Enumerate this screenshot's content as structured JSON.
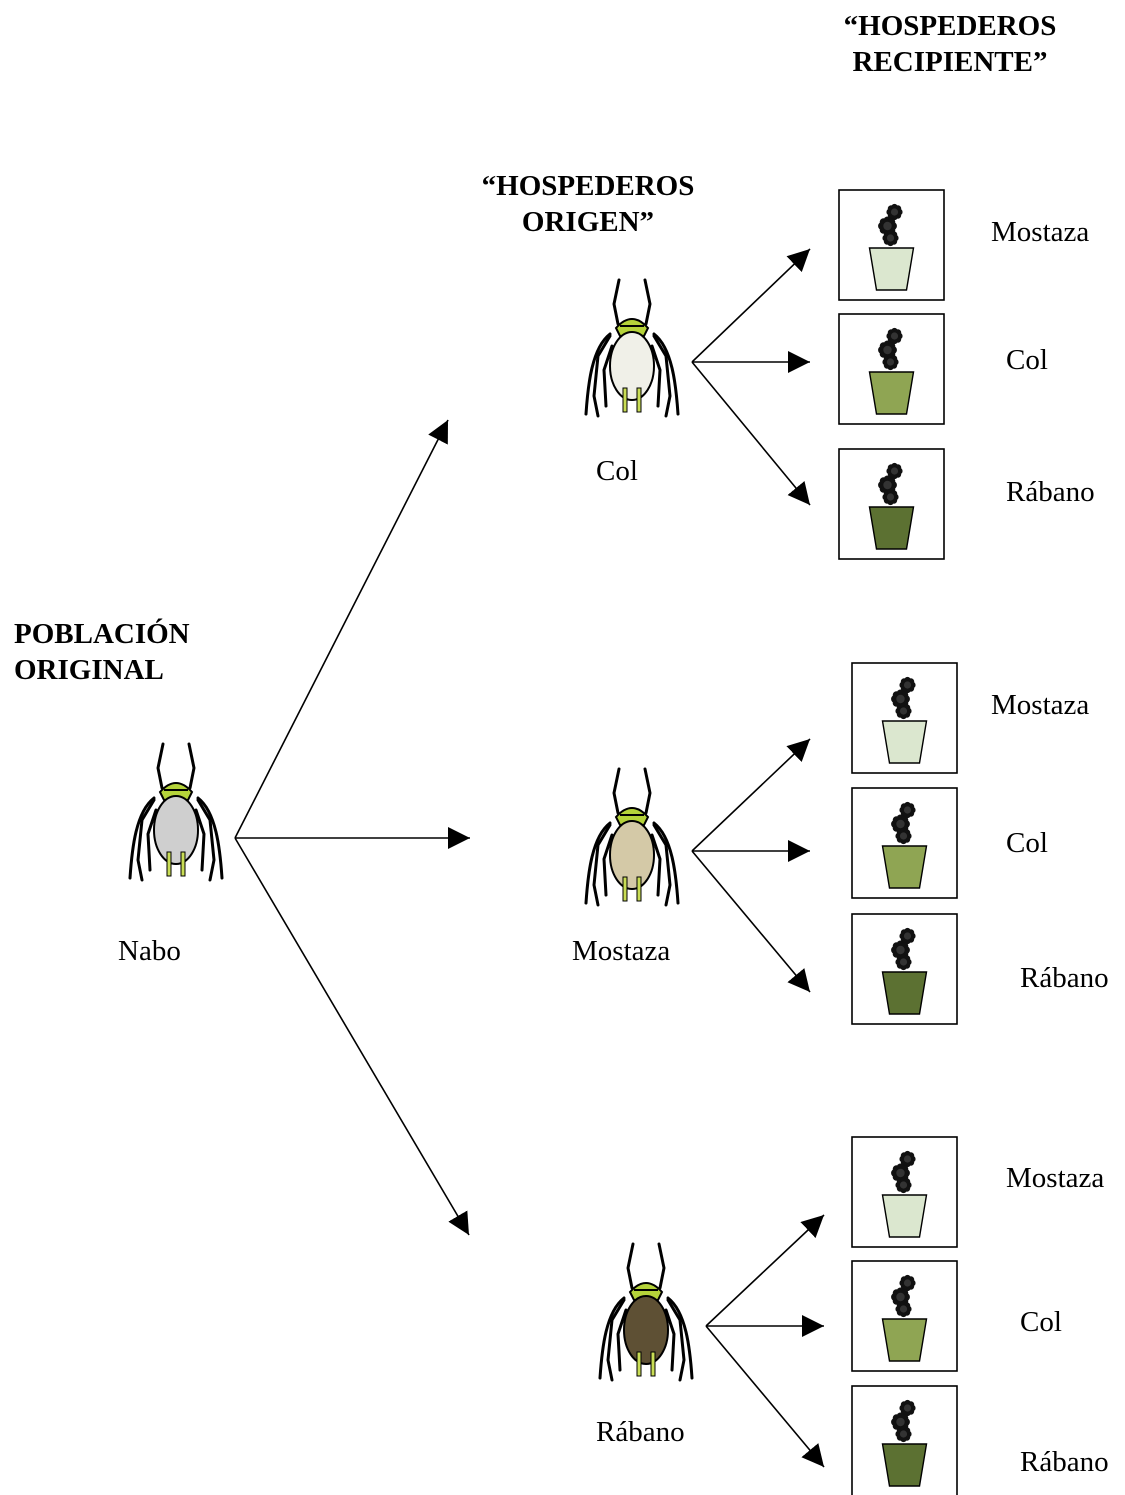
{
  "headers": {
    "original": [
      "POBLACIÓN",
      "ORIGINAL"
    ],
    "origin": [
      "“HOSPEDEROS",
      "ORIGEN”"
    ],
    "recipient": [
      "“HOSPEDEROS",
      "RECIPIENTE”"
    ]
  },
  "original_population": {
    "label": "Nabo",
    "color": "#cfcfcf"
  },
  "origin_hosts": [
    {
      "label": "Col",
      "color": "#f0f0e8"
    },
    {
      "label": "Mostaza",
      "color": "#d4c9a7"
    },
    {
      "label": "Rábano",
      "color": "#5e5034"
    }
  ],
  "recipient_groups": [
    [
      {
        "label": "Mostaza",
        "color": "#dbe7cf"
      },
      {
        "label": "Col",
        "color": "#8fa553"
      },
      {
        "label": "Rábano",
        "color": "#5c7132"
      }
    ],
    [
      {
        "label": "Mostaza",
        "color": "#dbe7cf"
      },
      {
        "label": "Col",
        "color": "#8fa553"
      },
      {
        "label": "Rábano",
        "color": "#5c7132"
      }
    ],
    [
      {
        "label": "Mostaza",
        "color": "#dbe7cf"
      },
      {
        "label": "Col",
        "color": "#8fa553"
      },
      {
        "label": "Rábano",
        "color": "#5c7132"
      }
    ]
  ],
  "icons": {
    "insect": "aphid-icon",
    "plant": "potted-plant-icon"
  }
}
